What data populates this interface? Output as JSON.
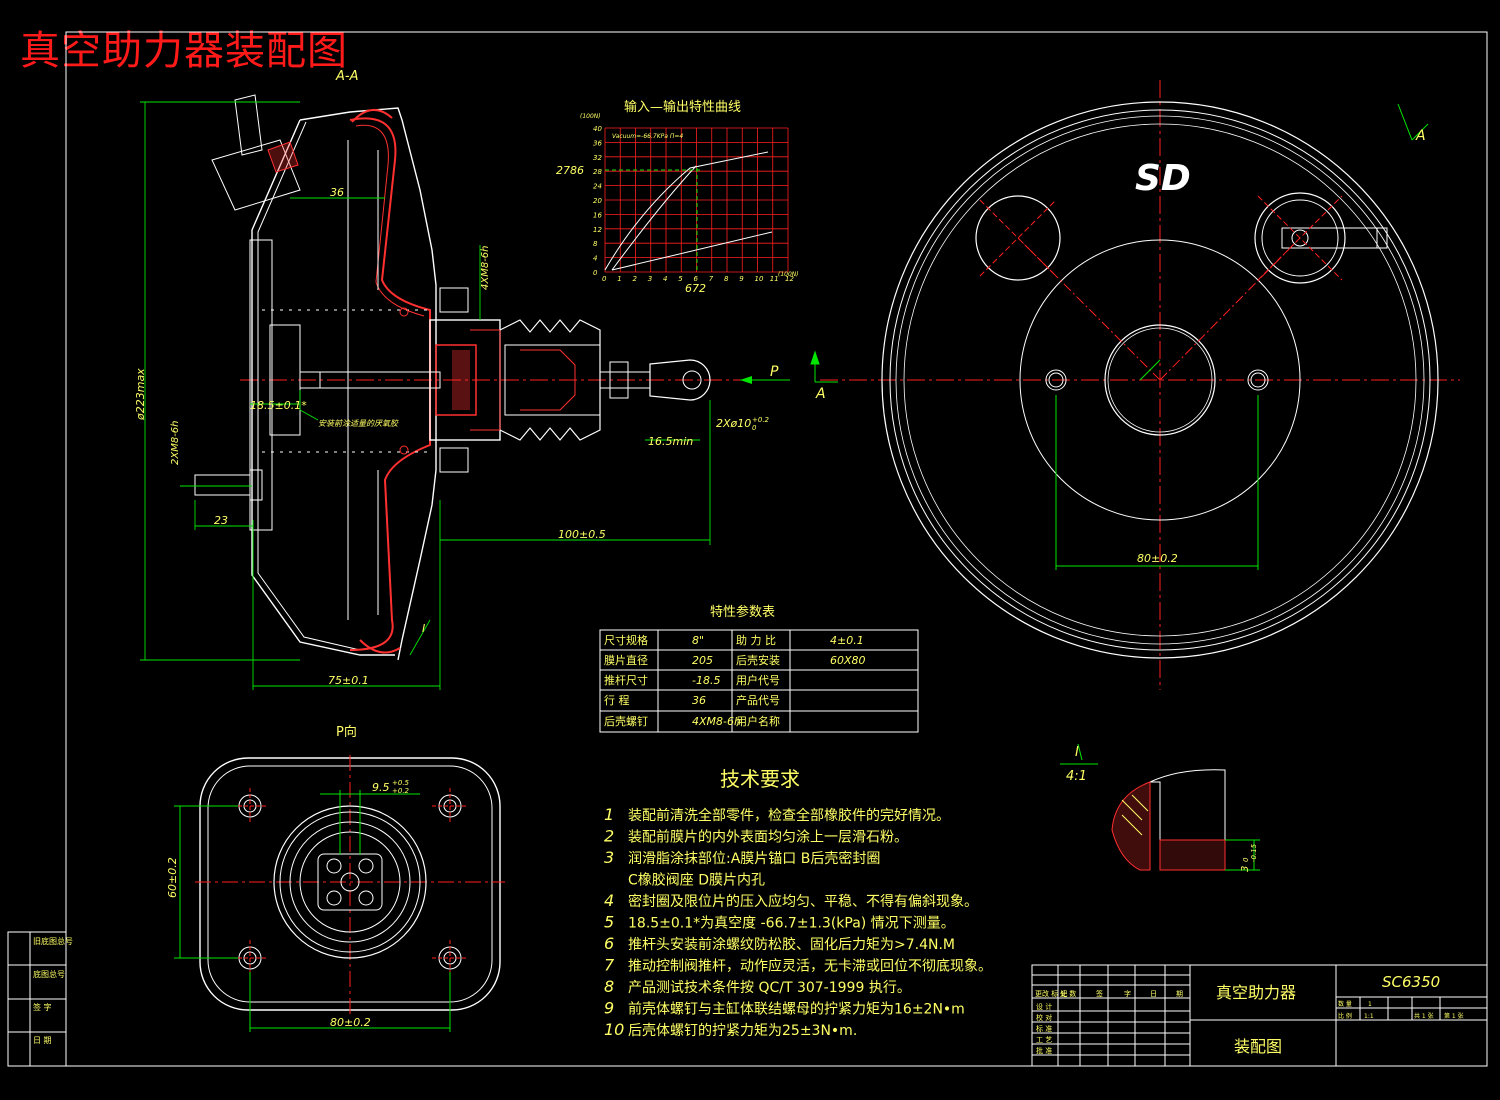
{
  "title": "真空助力器装配图",
  "section_label": "A-A",
  "view_p_label": "P向",
  "arrow_p": "P",
  "arrow_a_right": "A",
  "arrow_a_top": "A",
  "brand": "SD",
  "detail_label": "I",
  "detail_scale": "4:1",
  "detail_callout": "I",
  "graph": {
    "title": "输入—输出特性曲线",
    "note": "Vacuum=-66.7KPa  Π=4",
    "y_unit": "(100N)",
    "x_unit": "(100N)",
    "y_ticks": [
      "0",
      "4",
      "8",
      "12",
      "16",
      "20",
      "24",
      "28",
      "32",
      "36",
      "40"
    ],
    "x_ticks": [
      "0",
      "1",
      "2",
      "3",
      "4",
      "5",
      "6",
      "7",
      "8",
      "9",
      "10",
      "11",
      "12"
    ],
    "y_mark": "2786",
    "x_mark": "672"
  },
  "dims": {
    "d36": "36",
    "d223": "ø223max",
    "m8_top": "4XM8-6h",
    "d185": "18.5±0.1*",
    "note_glue": "安装前涂适量的厌氧胶",
    "m8_left": "2XM8-6h",
    "d23": "23",
    "d165": "16.5min",
    "d2x10": "2Xø10",
    "d2x10_tol": "+0.2",
    "d2x10_tol2": "0",
    "d100": "100±0.5",
    "d75": "75±0.1",
    "d80_top": "80±0.2",
    "d60": "60±0.2",
    "d80_bot": "80±0.2",
    "d95": "9.5",
    "d95_tol": "+0.5",
    "d95_tol2": "+0.2",
    "d3": "3",
    "d3_tol": "0",
    "d3_tol2": "-0.15"
  },
  "param_table": {
    "title": "特性参数表",
    "rows": [
      [
        "尺寸规格",
        "8\"",
        "助 力 比",
        "4±0.1"
      ],
      [
        "膜片直径",
        "205",
        "后壳安装",
        "60X80"
      ],
      [
        "推杆尺寸",
        "-18.5",
        "用户代号",
        ""
      ],
      [
        "行    程",
        "36",
        "产品代号",
        ""
      ],
      [
        "后壳螺钉",
        "4XM8-6h",
        "用户名称",
        ""
      ]
    ]
  },
  "tech": {
    "title": "技术要求",
    "items": [
      {
        "n": "1",
        "text": "装配前清洗全部零件，检查全部橡胶件的完好情况。"
      },
      {
        "n": "2",
        "text": "装配前膜片的内外表面均匀涂上一层滑石粉。"
      },
      {
        "n": "3",
        "text": "润滑脂涂抹部位:A膜片锚口 B后壳密封圈"
      },
      {
        "n": "",
        "text": "C橡胶阀座   D膜片内孔"
      },
      {
        "n": "4",
        "text": "密封圈及限位片的压入应均匀、平稳、不得有偏斜现象。"
      },
      {
        "n": "5",
        "text": "18.5±0.1*为真空度 -66.7±1.3(kPa) 情况下测量。"
      },
      {
        "n": "6",
        "text": "推杆头安装前涂螺纹防松胶、固化后力矩为>7.4N.M"
      },
      {
        "n": "7",
        "text": "推动控制阀推杆，动作应灵活，无卡滞或回位不彻底现象。"
      },
      {
        "n": "8",
        "text": "产品测试技术条件按 QC/T 307-1999   执行。"
      },
      {
        "n": "9",
        "text": "前壳体螺钉与主缸体联结螺母的拧紧力矩为16±2N•m"
      },
      {
        "n": "10",
        "text": "后壳体螺钉的拧紧力矩为25±3N•m."
      }
    ]
  },
  "title_block": {
    "product_name": "真空助力器",
    "drawing_name": "装配图",
    "code": "SC6350",
    "sign_labels": [
      "设 计",
      "校 对",
      "标 准",
      "工 艺",
      "批 准"
    ],
    "change_labels": [
      "更改 标 记",
      "处 数",
      "签",
      "字",
      "日",
      "期"
    ],
    "qty_labels": [
      "数 量",
      "比 例",
      "共 1 张",
      "第 1 张"
    ],
    "scale": "1:1",
    "qty_val": "1"
  },
  "left_strip": [
    "旧底图总号",
    "底图总号",
    "签  字",
    "日  期"
  ],
  "colors": {
    "outline": "#ffffff",
    "dim": "#00e600",
    "center": "#ff2020",
    "text": "#ffff66",
    "section": "#ff3030",
    "title": "#ff1a1a",
    "grid": "#ff2020",
    "cyan": "#00e5ff"
  }
}
